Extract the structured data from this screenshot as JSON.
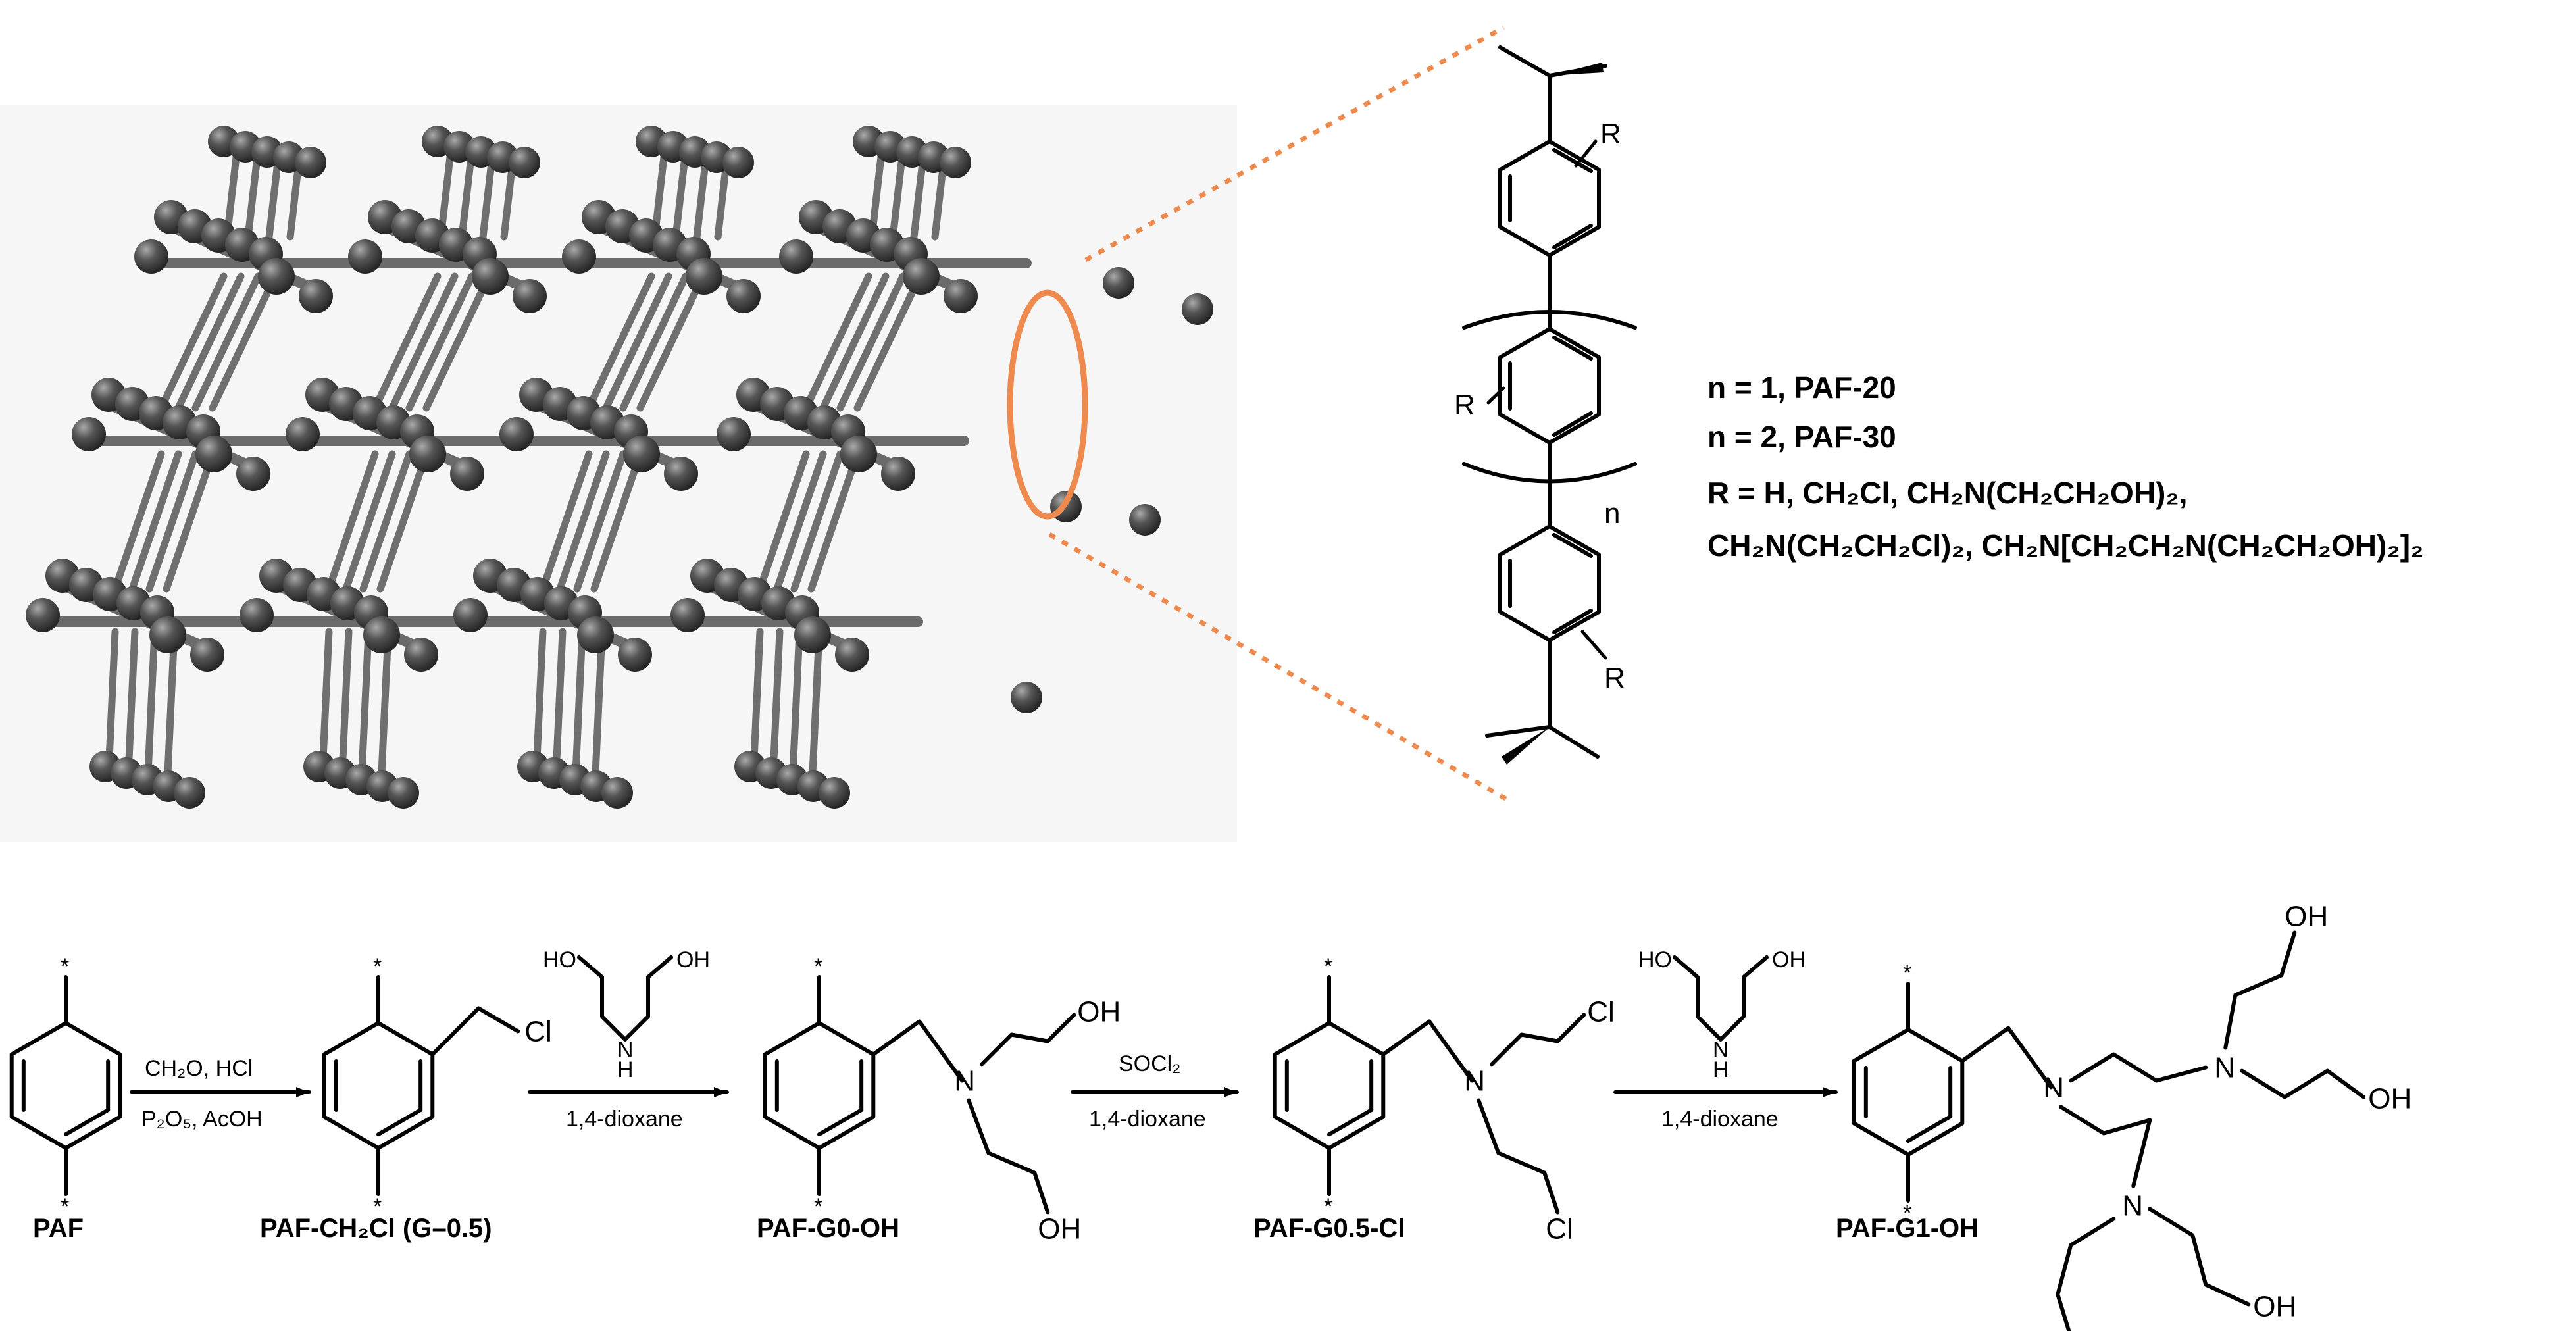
{
  "legend": {
    "line1": "n = 1, PAF-20",
    "line2": "n = 2, PAF-30",
    "line3": "R = H, CH₂Cl, CH₂N(CH₂CH₂OH)₂,",
    "line4": "CH₂N(CH₂CH₂Cl)₂, CH₂N[CH₂CH₂N(CH₂CH₂OH)₂]₂"
  },
  "monomer": {
    "R_top": "R",
    "R_mid": "R",
    "R_bot": "R",
    "n": "n"
  },
  "scheme": {
    "steps": [
      {
        "top": "CH₂O, HCl",
        "bottom": "P₂O₅, AcOH"
      },
      {
        "top": "",
        "bottom": "1,4-dioxane"
      },
      {
        "top": "SOCl₂",
        "bottom": "1,4-dioxane"
      },
      {
        "top": "",
        "bottom": "1,4-dioxane"
      }
    ],
    "compounds": [
      {
        "name": "PAF"
      },
      {
        "name": "PAF-CH₂Cl (G–0.5)"
      },
      {
        "name": "PAF-G0-OH"
      },
      {
        "name": "PAF-G0.5-Cl"
      },
      {
        "name": "PAF-G1-OH"
      }
    ],
    "atoms": {
      "Cl": "Cl",
      "OH": "OH",
      "HO": "HO",
      "N": "N",
      "H": "H",
      "star": "*"
    }
  },
  "colors": {
    "atom": "#4a4a4a",
    "bond": "#6b6b6b",
    "highlight": "#ef8a4f"
  }
}
